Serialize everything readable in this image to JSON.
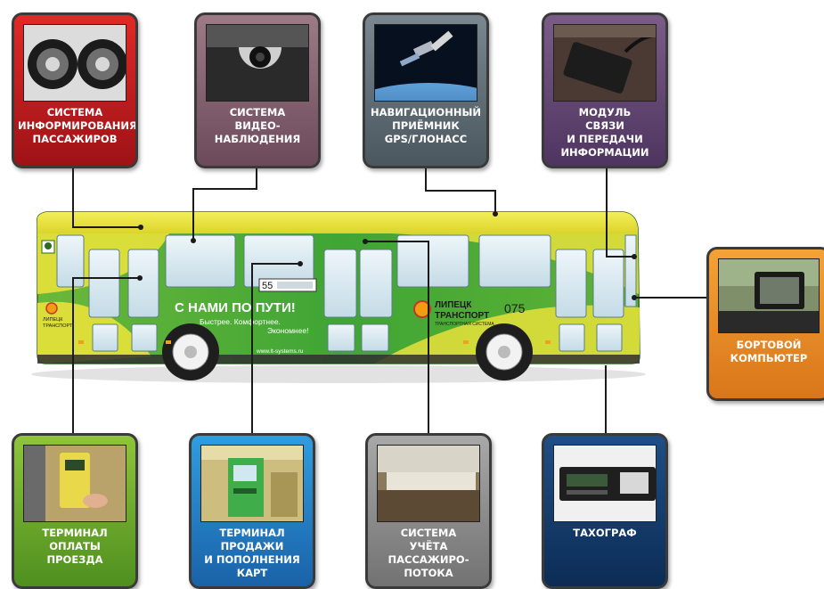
{
  "cards": {
    "info": "СИСТЕМА\nИНФОРМИРОВАНИЯ\nПАССАЖИРОВ",
    "video": "СИСТЕМА\nВИДЕО-\nНАБЛЮДЕНИЯ",
    "gps": "НАВИГАЦИОННЫЙ\nПРИЁМНИК\nGPS/ГЛОНАСС",
    "comm": "МОДУЛЬ\nСВЯЗИ\nИ ПЕРЕДАЧИ\nИНФОРМАЦИИ",
    "onboard": "БОРТОВОЙ\nКОМПЬЮТЕР",
    "payment": "ТЕРМИНАЛ\nОПЛАТЫ\nПРОЕЗДА",
    "sales": "ТЕРМИНАЛ\nПРОДАЖИ\nИ ПОПОЛНЕНИЯ\nКАРТ",
    "counting": "СИСТЕМА\nУЧЁТА\nПАССАЖИРО-\nПОТОКА",
    "tachograph": "ТАХОГРАФ"
  },
  "bus": {
    "slogan": "С НАМИ ПО ПУТИ!",
    "slogan_sub1": "Быстрее. Комфортнее.",
    "slogan_sub2": "Экономнее!",
    "website": "www.lt-systems.ru",
    "route_number": "55",
    "brand_line1": "ЛИПЕЦК",
    "brand_line2": "ТРАНСПОРТ",
    "brand_sub": "ТРАНСПОРТНАЯ СИСТЕМА",
    "fleet_number": "075",
    "rear_brand1": "ЛИПЕЦК",
    "rear_brand2": "ТРАНСПОРТ"
  },
  "colors": {
    "bus_green": "#3fa535",
    "bus_yellow": "#e8e23a",
    "window": "#d5e6ee",
    "connector": "#1a1a1a"
  }
}
